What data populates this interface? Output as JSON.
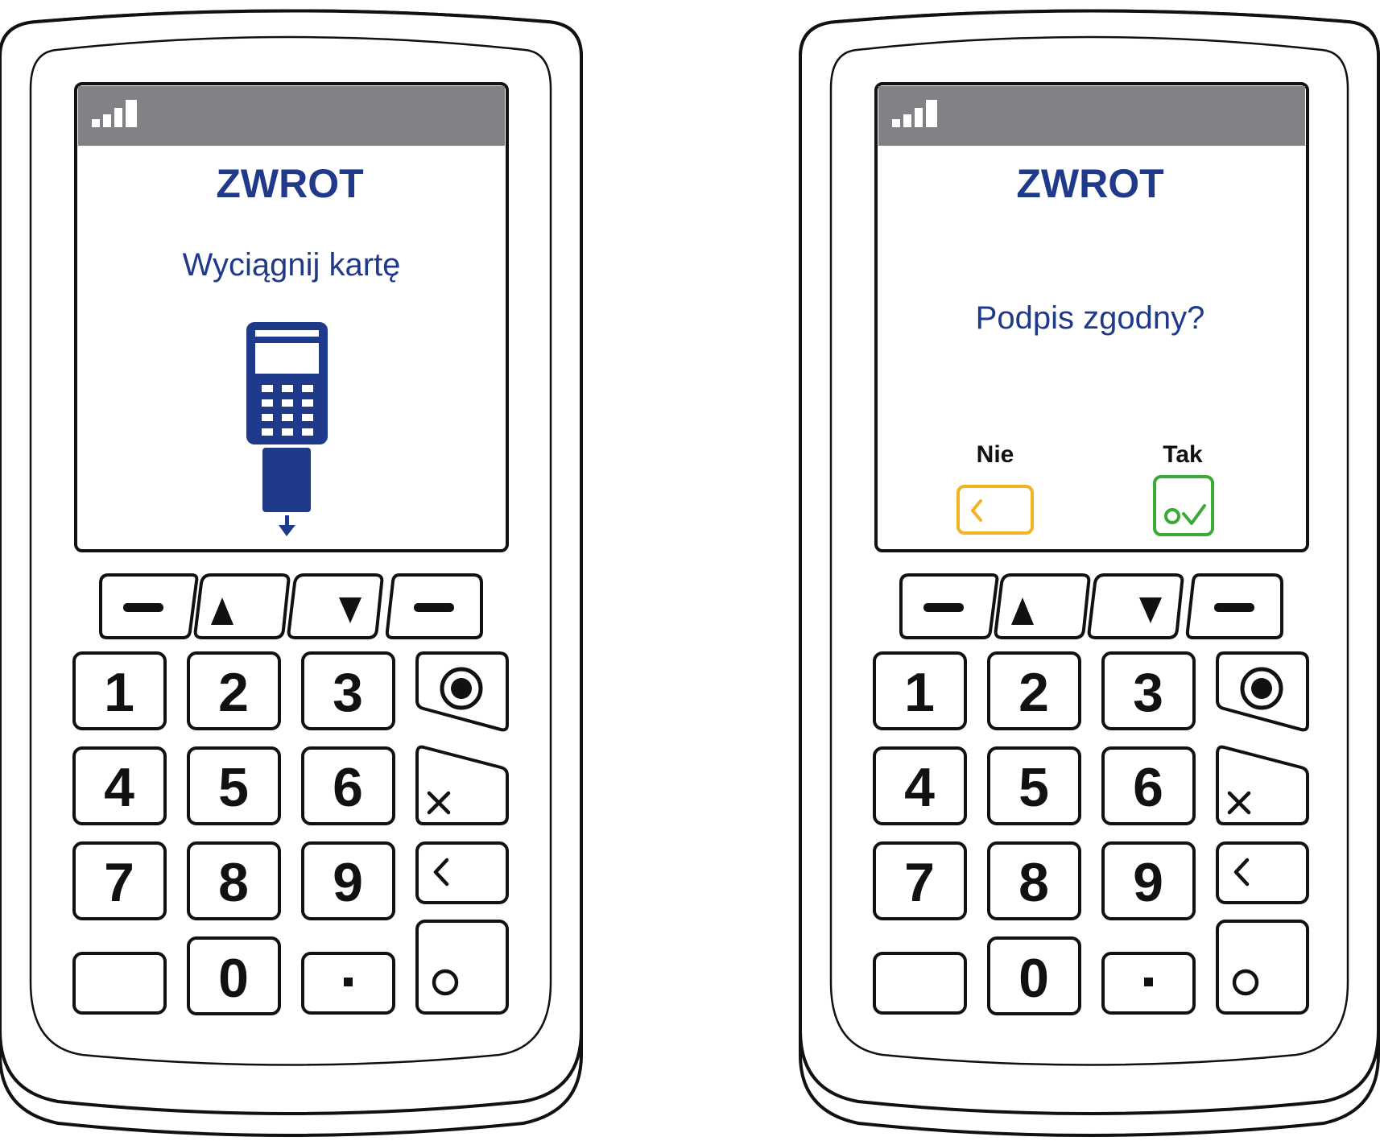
{
  "colors": {
    "screen_text": "#1f3a8a",
    "status_bar": "#808285",
    "no_option": "#f0b323",
    "yes_option": "#3aaa35",
    "outline": "#111111"
  },
  "terminals": [
    {
      "title": "ZWROT",
      "message": "Wyciągnij kartę",
      "illustration": "card-removal-terminal-icon"
    },
    {
      "title": "ZWROT",
      "message": "Podpis zgodny?",
      "options": {
        "no_label": "Nie",
        "no_icon": "back-arrow-icon",
        "yes_label": "Tak",
        "yes_icon": "check-icon"
      }
    }
  ],
  "keypad": {
    "nav_keys": [
      "minus-icon",
      "up-arrow-icon",
      "down-arrow-icon",
      "minus-icon"
    ],
    "digit_rows": [
      [
        "1",
        "2",
        "3"
      ],
      [
        "4",
        "5",
        "6"
      ],
      [
        "7",
        "8",
        "9"
      ]
    ],
    "zero": "0",
    "dot": "·",
    "side_keys": [
      "card-reader-icon",
      "cancel-icon",
      "backspace-icon",
      "confirm-icon"
    ]
  }
}
